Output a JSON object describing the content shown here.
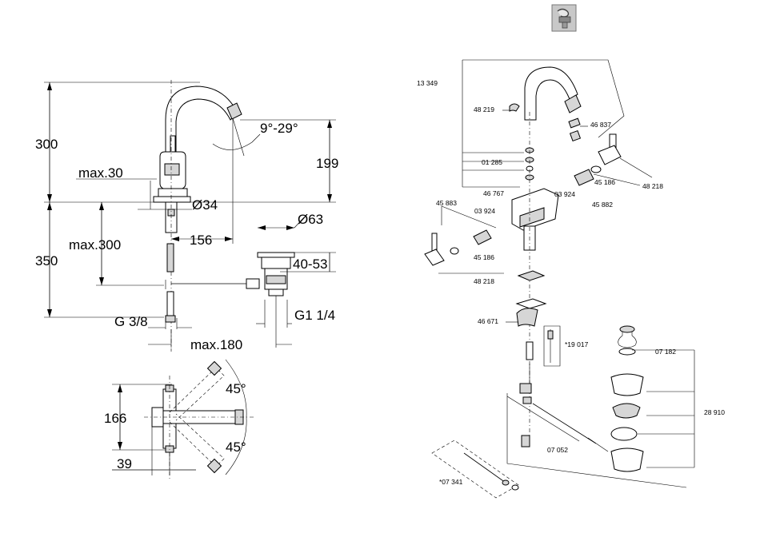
{
  "dimensions": {
    "height_spout": "300",
    "height_total": "350",
    "max_30": "max.30",
    "max_300": "max.300",
    "dia_34": "Ø34",
    "dia_63": "Ø63",
    "angle": "9°-29°",
    "h_199": "199",
    "reach_156": "156",
    "range_40_53": "40-53",
    "thread_g38": "G 3/8",
    "thread_g114": "G1 1/4",
    "max_180": "max.180",
    "d_166": "166",
    "d_39": "39",
    "angle_45_top": "45°",
    "angle_45_bottom": "45°"
  },
  "parts": {
    "p13349": "13 349",
    "p48219": "48 219",
    "p46837": "46 837",
    "p01285": "01 285",
    "p46767": "46 767",
    "p03924a": "03 924",
    "p45186a": "45 186",
    "p48218a": "48 218",
    "p45883": "45 883",
    "p03924b": "03 924",
    "p45882": "45 882",
    "p45186b": "45 186",
    "p48218b": "48 218",
    "p46671": "46 671",
    "p19017": "*19 017",
    "p07182": "07 182",
    "p28910": "28 910",
    "p07052": "07 052",
    "p07341": "*07 341"
  },
  "icons": {
    "top": "spare-parts-icon"
  }
}
